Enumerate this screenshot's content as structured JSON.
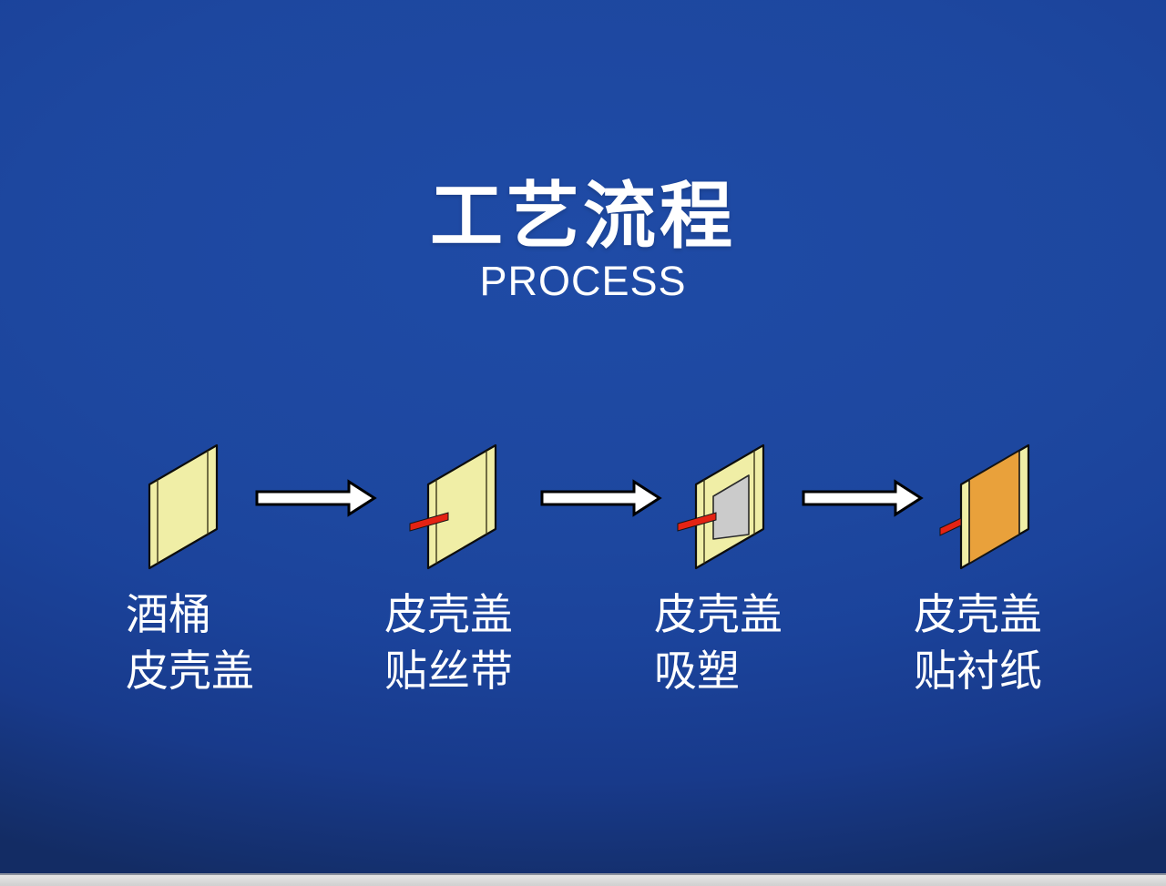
{
  "title": {
    "heading": "工艺流程",
    "subheading": "PROCESS"
  },
  "process": {
    "steps": [
      {
        "icon": "barrel-cover-panel-icon",
        "label_line1": "酒桶",
        "label_line2": "皮壳盖"
      },
      {
        "icon": "panel-with-ribbon-icon",
        "label_line1": "皮壳盖",
        "label_line2": "贴丝带"
      },
      {
        "icon": "panel-with-blister-icon",
        "label_line1": "皮壳盖",
        "label_line2": "吸塑"
      },
      {
        "icon": "panel-with-liner-icon",
        "label_line1": "皮壳盖",
        "label_line2": "贴衬纸"
      }
    ],
    "arrow_icon": "right-arrow-icon"
  },
  "colors": {
    "background_center": "#1f4ba6",
    "background_edge": "#132c64",
    "panel_yellow": "#f0eea6",
    "liner_orange": "#e9a13b",
    "ribbon_red": "#e42313",
    "blister_gray": "#cbcbcb",
    "outline_black": "#0d0d0d",
    "arrow_white": "#ffffff",
    "text_white": "#ffffff",
    "bottom_bar_gray": "#d9d9d9"
  }
}
